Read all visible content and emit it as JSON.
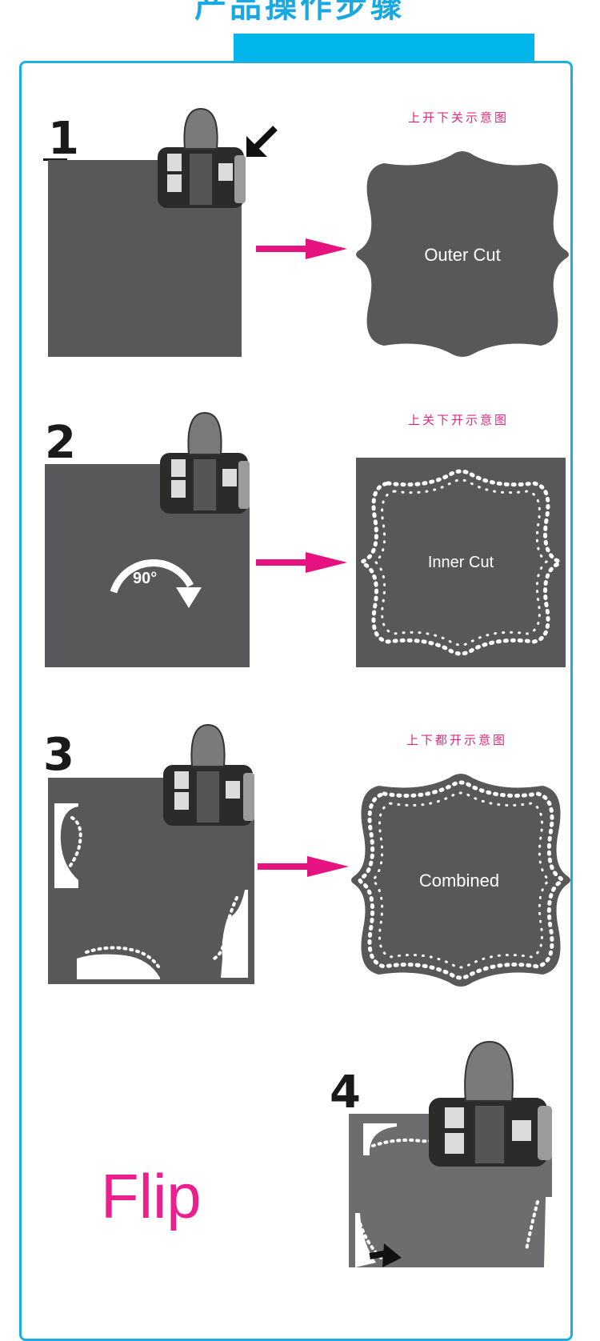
{
  "header": {
    "title": "产品操作步骤"
  },
  "colors": {
    "accent_blue": "#1aaee3",
    "paper_gray": "#58585a",
    "arrow_pink": "#e6127f",
    "flip_pink": "#ec1f8e",
    "punch_dark": "#2b2b2b"
  },
  "steps": [
    {
      "number": "1",
      "caption": "上开下关示意图",
      "result_label": "Outer Cut"
    },
    {
      "number": "2",
      "caption": "上关下开示意图",
      "result_label": "Inner Cut",
      "rotation_label": "90°"
    },
    {
      "number": "3",
      "caption": "上下都开示意图",
      "result_label": "Combined"
    },
    {
      "number": "4",
      "side_text": "Flip"
    }
  ],
  "punch_labels": {
    "outer": "Outer Cut",
    "inner": "Inner Cut",
    "combined": "Combined"
  }
}
